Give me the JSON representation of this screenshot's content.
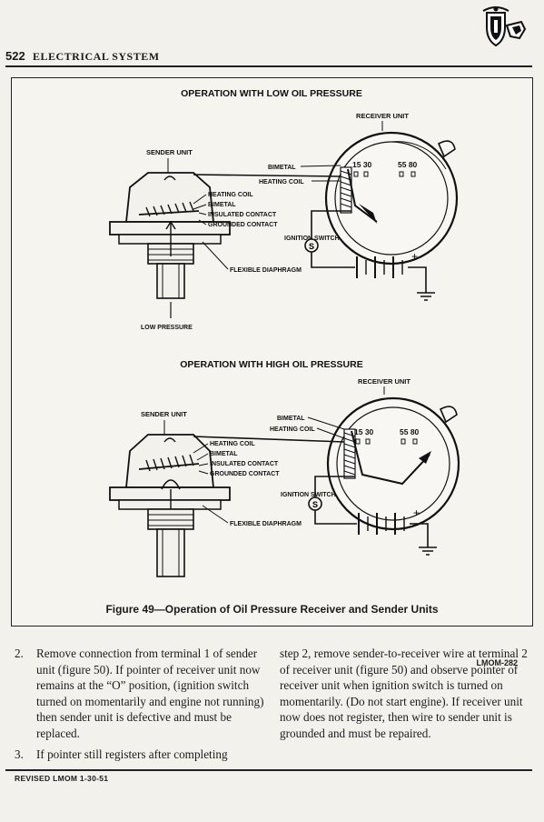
{
  "header": {
    "page_number": "522",
    "section_title": "ELECTRICAL SYSTEM"
  },
  "figure": {
    "top_title": "OPERATION WITH LOW OIL PRESSURE",
    "bottom_title": "OPERATION WITH HIGH OIL PRESSURE",
    "top_labels": {
      "receiver_unit": "RECEIVER UNIT",
      "sender_unit": "SENDER UNIT",
      "bimetal_receiver": "BIMETAL",
      "heating_coil_receiver": "HEATING COIL",
      "heating_coil": "HEATING COIL",
      "bimetal": "BIMETAL",
      "insulated_contact": "INSULATED CONTACT",
      "grounded_contact": "GROUNDED CONTACT",
      "ignition_switch": "IGNITION SWITCH",
      "flexible_diaphragm": "FLEXIBLE DIAPHRAGM",
      "low_pressure": "LOW PRESSURE",
      "gauge_left": "15 30",
      "gauge_right": "55 80"
    },
    "bottom_labels": {
      "receiver_unit": "RECEIVER UNIT",
      "sender_unit": "SENDER UNIT",
      "bimetal_receiver": "BIMETAL",
      "heating_coil_receiver": "HEATING COIL",
      "heating_coil": "HEATING COIL",
      "bimetal": "BIMETAL",
      "insulated_contact": "INSULATED CONTACT",
      "grounded_contact": "GROUNDED CONTACT",
      "ignition_switch": "IGNITION SWITCH",
      "flexible_diaphragm": "FLEXIBLE DIAPHRAGM",
      "gauge_left": "15 30",
      "gauge_right": "55 80"
    },
    "code": "LMOM-282",
    "caption": "Figure 49—Operation of Oil Pressure Receiver and Sender Units"
  },
  "body": {
    "items_left": [
      {
        "num": "2.",
        "text": "Remove connection from terminal 1 of sender unit (figure 50). If pointer of receiver unit now remains at the “O” position, (ignition switch turned on momentarily and engine not running) then sender unit is defective and must be replaced."
      },
      {
        "num": "3.",
        "text": "If pointer still registers after completing"
      }
    ],
    "right_text": "step 2, remove sender-to-receiver wire at terminal 2 of receiver unit (figure 50) and observe pointer of receiver unit when ignition switch is turned on momentarily. (Do not start engine). If receiver unit now does not register, then wire to sender unit is grounded and must be repaired."
  },
  "footer": {
    "text": "REVISED LMOM 1-30-51"
  }
}
